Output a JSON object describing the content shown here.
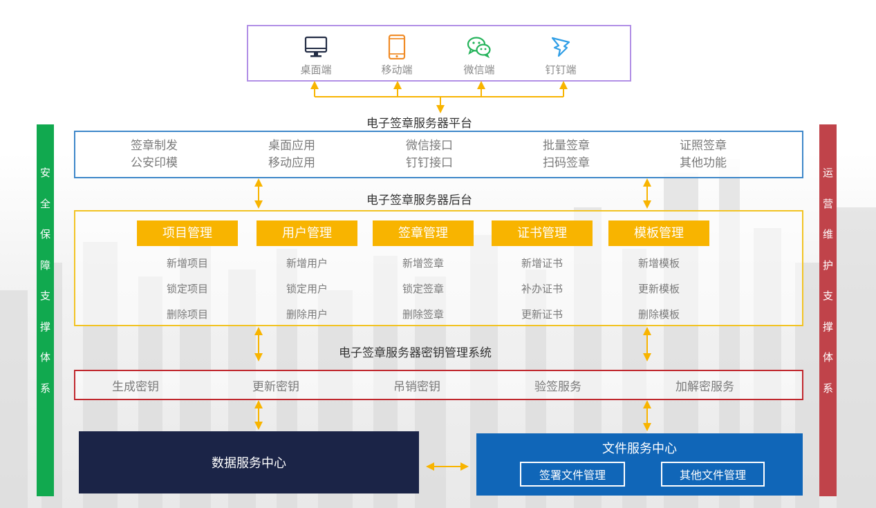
{
  "colors": {
    "security": "#11a94f",
    "ops": "#c0434a",
    "clients_border": "#b18fe6",
    "platform_border": "#3c86c9",
    "backend_border": "#f2c322",
    "module_header": "#f8b400",
    "key_border": "#c0272d",
    "data_center": "#1b2447",
    "file_center": "#1066b8",
    "arrow": "#f8b400"
  },
  "left_bar": [
    "安",
    "全",
    "保",
    "障",
    "支",
    "撑",
    "体",
    "系"
  ],
  "right_bar": [
    "运",
    "营",
    "维",
    "护",
    "支",
    "撑",
    "体",
    "系"
  ],
  "clients": [
    {
      "icon": "monitor-icon",
      "label": "桌面端"
    },
    {
      "icon": "mobile-icon",
      "label": "移动端"
    },
    {
      "icon": "wechat-icon",
      "label": "微信端"
    },
    {
      "icon": "dingtalk-icon",
      "label": "钉钉端"
    }
  ],
  "platform": {
    "title": "电子签章服务器平台",
    "columns": [
      [
        "签章制发",
        "公安印模"
      ],
      [
        "桌面应用",
        "移动应用"
      ],
      [
        "微信接口",
        "钉钉接口"
      ],
      [
        "批量签章",
        "扫码签章"
      ],
      [
        "证照签章",
        "其他功能"
      ]
    ]
  },
  "backend": {
    "title": "电子签章服务器后台",
    "modules": [
      {
        "title": "项目管理",
        "items": [
          "新增项目",
          "锁定项目",
          "删除项目"
        ]
      },
      {
        "title": "用户管理",
        "items": [
          "新增用户",
          "锁定用户",
          "删除用户"
        ]
      },
      {
        "title": "签章管理",
        "items": [
          "新增签章",
          "锁定签章",
          "删除签章"
        ]
      },
      {
        "title": "证书管理",
        "items": [
          "新增证书",
          "补办证书",
          "更新证书"
        ]
      },
      {
        "title": "模板管理",
        "items": [
          "新增模板",
          "更新模板",
          "删除模板"
        ]
      }
    ]
  },
  "key_system": {
    "title": "电子签章服务器密钥管理系统",
    "items": [
      "生成密钥",
      "更新密钥",
      "吊销密钥",
      "验签服务",
      "加解密服务"
    ]
  },
  "data_center": {
    "title": "数据服务中心"
  },
  "file_center": {
    "title": "文件服务中心",
    "buttons": [
      "签署文件管理",
      "其他文件管理"
    ]
  }
}
